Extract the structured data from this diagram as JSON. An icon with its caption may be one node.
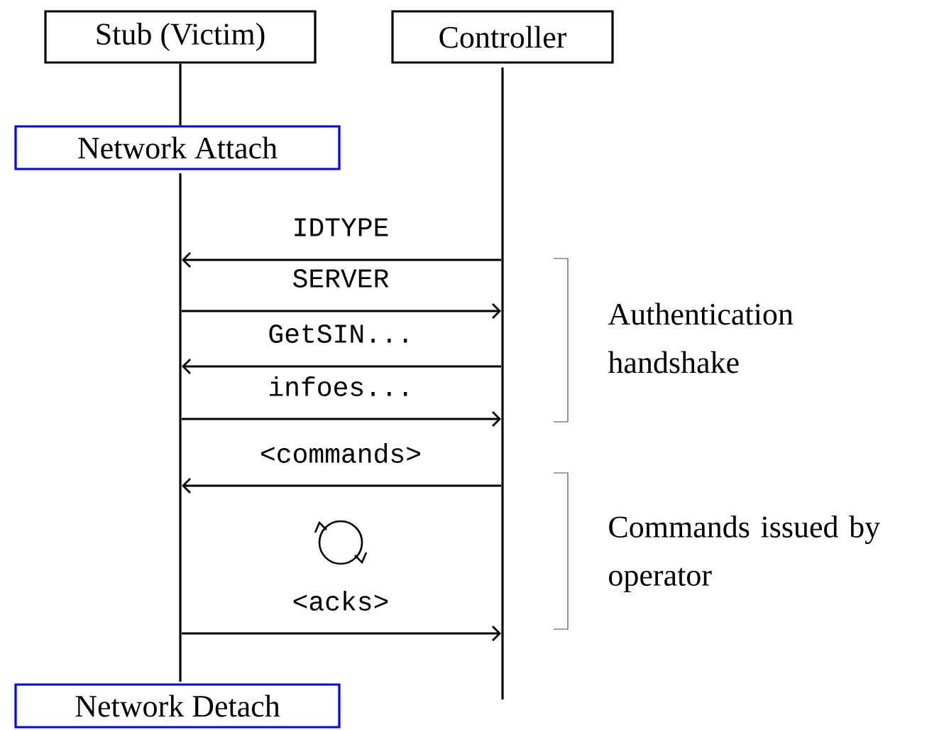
{
  "diagram": {
    "nodes": [
      {
        "text": [
          "Stub (Victim)"
        ]
      },
      {
        "text": [
          "Controller"
        ]
      },
      {
        "text": [
          "Network Attach"
        ]
      },
      {
        "text": [
          "Network Detach"
        ]
      },
      {
        "text": [],
        "shape": "line"
      },
      {
        "text": [],
        "shape": "line"
      }
    ],
    "edges": [
      {
        "from": 0,
        "to": 2,
        "arrow": "none"
      },
      {
        "from": 5,
        "to": 4,
        "arrow": "to",
        "label": "IDTYPE"
      },
      {
        "from": 4,
        "to": 5,
        "arrow": "to",
        "label": "SERVER"
      },
      {
        "from": 5,
        "to": 4,
        "arrow": "to",
        "label": "GetSIN..."
      },
      {
        "from": 4,
        "to": 5,
        "arrow": "to",
        "label": "infoes..."
      },
      {
        "from": 5,
        "to": 4,
        "arrow": "to",
        "label": "<commands>"
      },
      {
        "from": 4,
        "to": 5,
        "arrow": "to",
        "label": "<acks>"
      }
    ],
    "labels": [
      "Authentication handshake",
      "Commands issued by operator"
    ]
  }
}
